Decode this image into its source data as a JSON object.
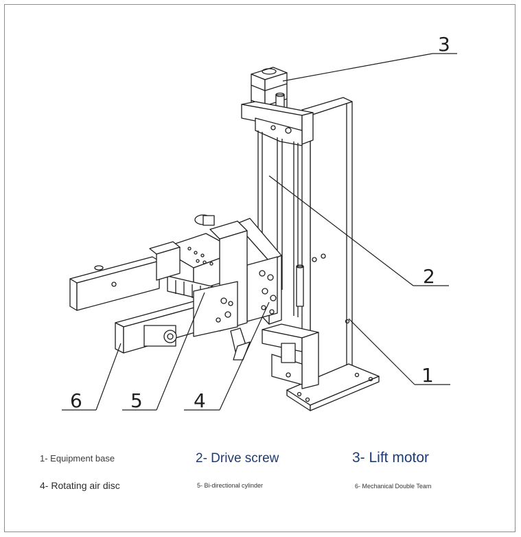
{
  "callouts": [
    "1",
    "2",
    "3",
    "4",
    "5",
    "6"
  ],
  "legend": [
    {
      "text": "1- Equipment base"
    },
    {
      "text": "2- Drive screw"
    },
    {
      "text": "3- Lift motor"
    },
    {
      "text": "4- Rotating air disc"
    },
    {
      "text": "5- Bi-directional cylinder"
    },
    {
      "text": "6- Mechanical Double Team"
    }
  ],
  "colors": {
    "line": "#1e1e1e",
    "heading": "#1f3b73",
    "frame": "#8c8c8c"
  }
}
